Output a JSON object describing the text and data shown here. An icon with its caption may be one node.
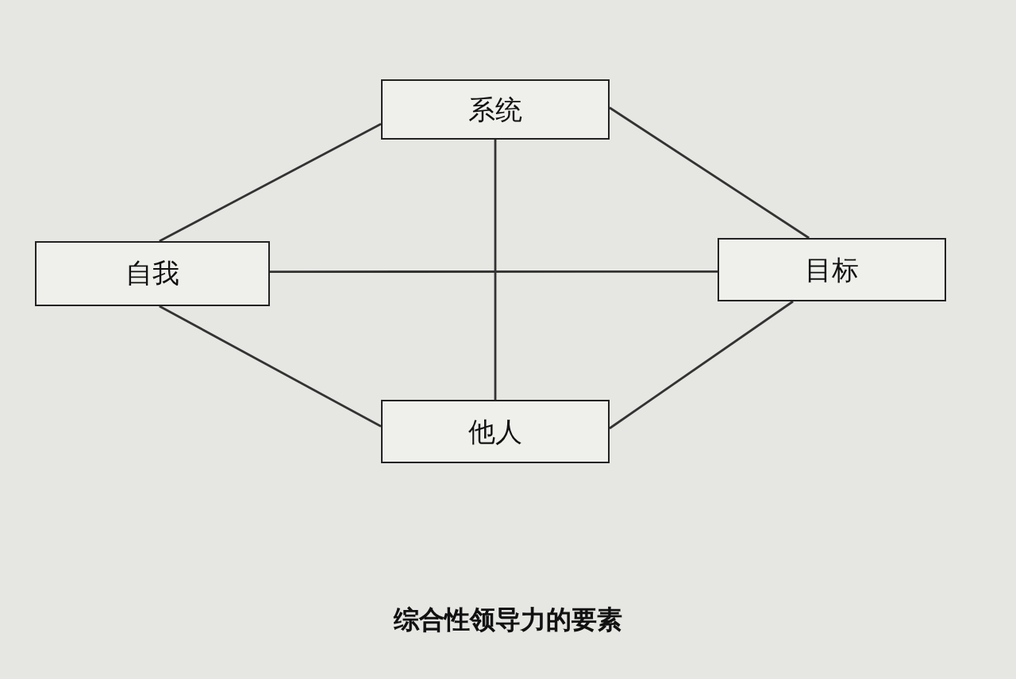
{
  "diagram": {
    "caption": "综合性领导力的要素",
    "nodes": [
      {
        "text": [
          "系统"
        ]
      },
      {
        "text": [
          "自我"
        ]
      },
      {
        "text": [
          "目标"
        ]
      },
      {
        "text": [
          "他人"
        ]
      }
    ],
    "edges": [
      {
        "from": 1,
        "to": 0,
        "arrow": "none"
      },
      {
        "from": 0,
        "to": 2,
        "arrow": "none"
      },
      {
        "from": 1,
        "to": 3,
        "arrow": "none"
      },
      {
        "from": 3,
        "to": 2,
        "arrow": "none"
      },
      {
        "from": 1,
        "to": 2,
        "arrow": "none"
      },
      {
        "from": 0,
        "to": 3,
        "arrow": "none"
      }
    ]
  }
}
